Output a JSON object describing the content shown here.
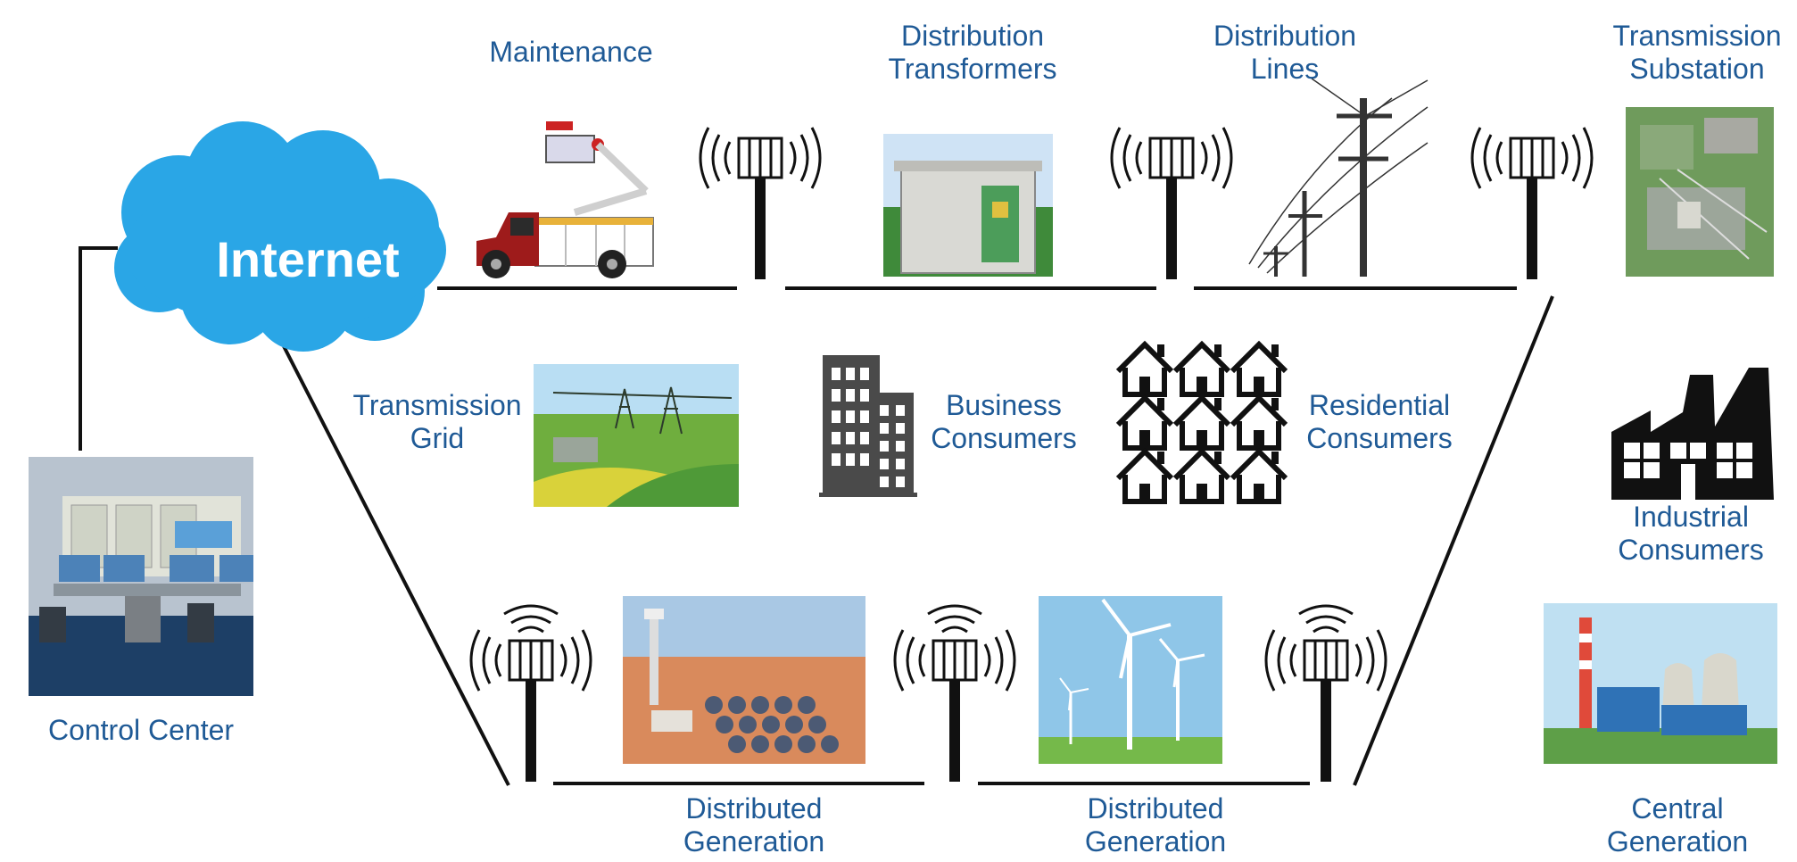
{
  "cloud": {
    "label": "Internet"
  },
  "labels": {
    "maintenance": "Maintenance",
    "distribution_transformers": [
      "Distribution",
      "Transformers"
    ],
    "distribution_lines": [
      "Distribution",
      "Lines"
    ],
    "transmission_substation": [
      "Transmission",
      "Substation"
    ],
    "transmission_grid": [
      "Transmission",
      "Grid"
    ],
    "business_consumers": [
      "Business",
      "Consumers"
    ],
    "residential_consumers": [
      "Residential",
      "Consumers"
    ],
    "industrial_consumers": [
      "Industrial",
      "Consumers"
    ],
    "control_center": "Control Center",
    "distributed_generation_1": [
      "Distributed",
      "Generation"
    ],
    "distributed_generation_2": [
      "Distributed",
      "Generation"
    ],
    "central_generation": [
      "Central",
      "Generation"
    ]
  },
  "colors": {
    "label": "#1f5a96",
    "cloud": "#2aa6e6",
    "line": "#111111"
  }
}
